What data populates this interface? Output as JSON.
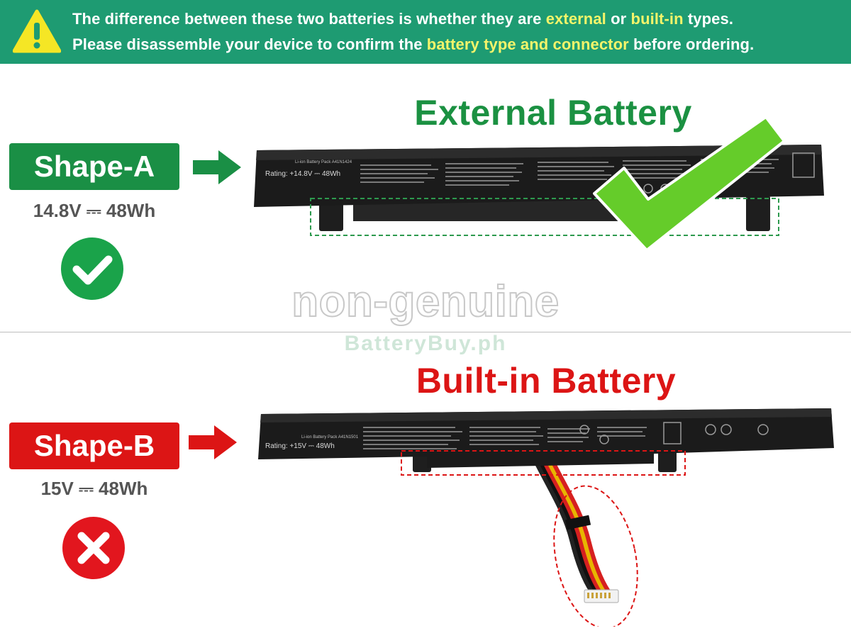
{
  "banner": {
    "line1": {
      "prefix": "The difference between these two batteries is whether they are ",
      "hl1": "external",
      "mid": " or ",
      "hl2": "built-in",
      "suffix": " types."
    },
    "line2": {
      "prefix": "Please disassemble your device to confirm the ",
      "hl": "battery type and connector",
      "suffix": " before ordering."
    }
  },
  "shape_a": {
    "title": "External Battery",
    "badge": "Shape-A",
    "spec": "14.8V ⎓ 48Wh",
    "status": "check-icon",
    "battery_rating": "Rating: +14.8V ⎓ 48Wh",
    "battery_pack": "Li-ion Battery Pack A41N1424"
  },
  "shape_b": {
    "title": "Built-in Battery",
    "badge": "Shape-B",
    "spec": "15V ⎓ 48Wh",
    "status": "cross-icon",
    "battery_rating": "Rating: +15V ⎓ 48Wh",
    "battery_pack": "Li-ion Battery Pack A41N1501"
  },
  "watermark": {
    "main": "non-genuine",
    "sub": "BatteryBuy.ph"
  },
  "colors": {
    "banner_bg": "#1e9b72",
    "highlight": "#f3f46a",
    "green": "#1a8f45",
    "red": "#dc1515",
    "check_green": "#65cc2a"
  }
}
